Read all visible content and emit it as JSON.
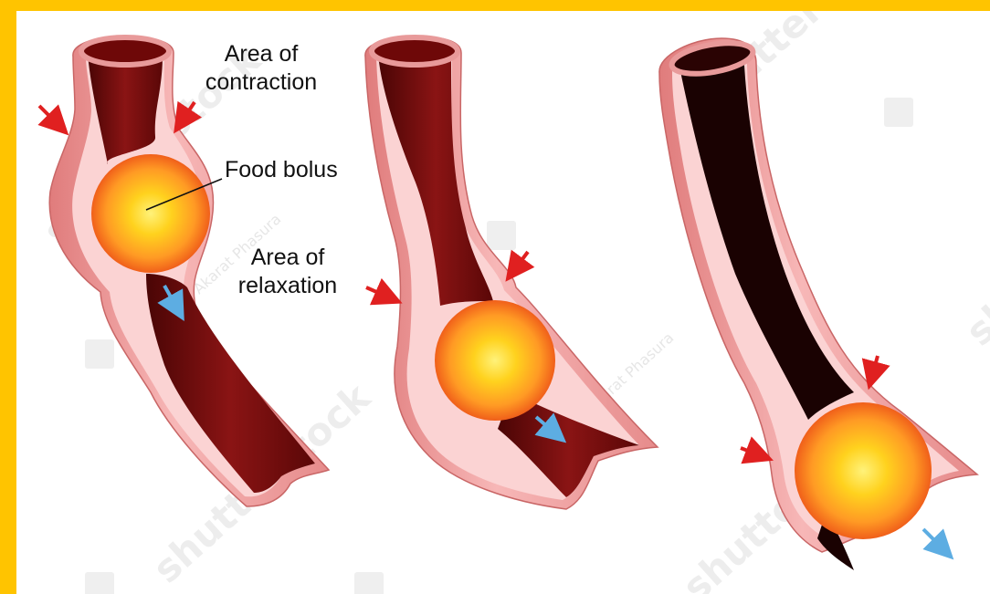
{
  "diagram": {
    "labels": {
      "contraction": [
        "Area of",
        "contraction"
      ],
      "bolus": "Food bolus",
      "relaxation": [
        "Area of",
        "relaxation"
      ]
    },
    "watermarks": {
      "brand": "shutterstock",
      "author": "Akarat Phasura"
    },
    "colors": {
      "frame": "#FFC400",
      "wall_outer": "#F0A4A4",
      "wall_inner": "#FBD3D3",
      "lumen": "#7A0A0A",
      "bolus_core": "#FFE033",
      "bolus_edge": "#F06A1E",
      "contraction_arrow": "#E02020",
      "movement_arrow": "#5DADE2"
    }
  }
}
